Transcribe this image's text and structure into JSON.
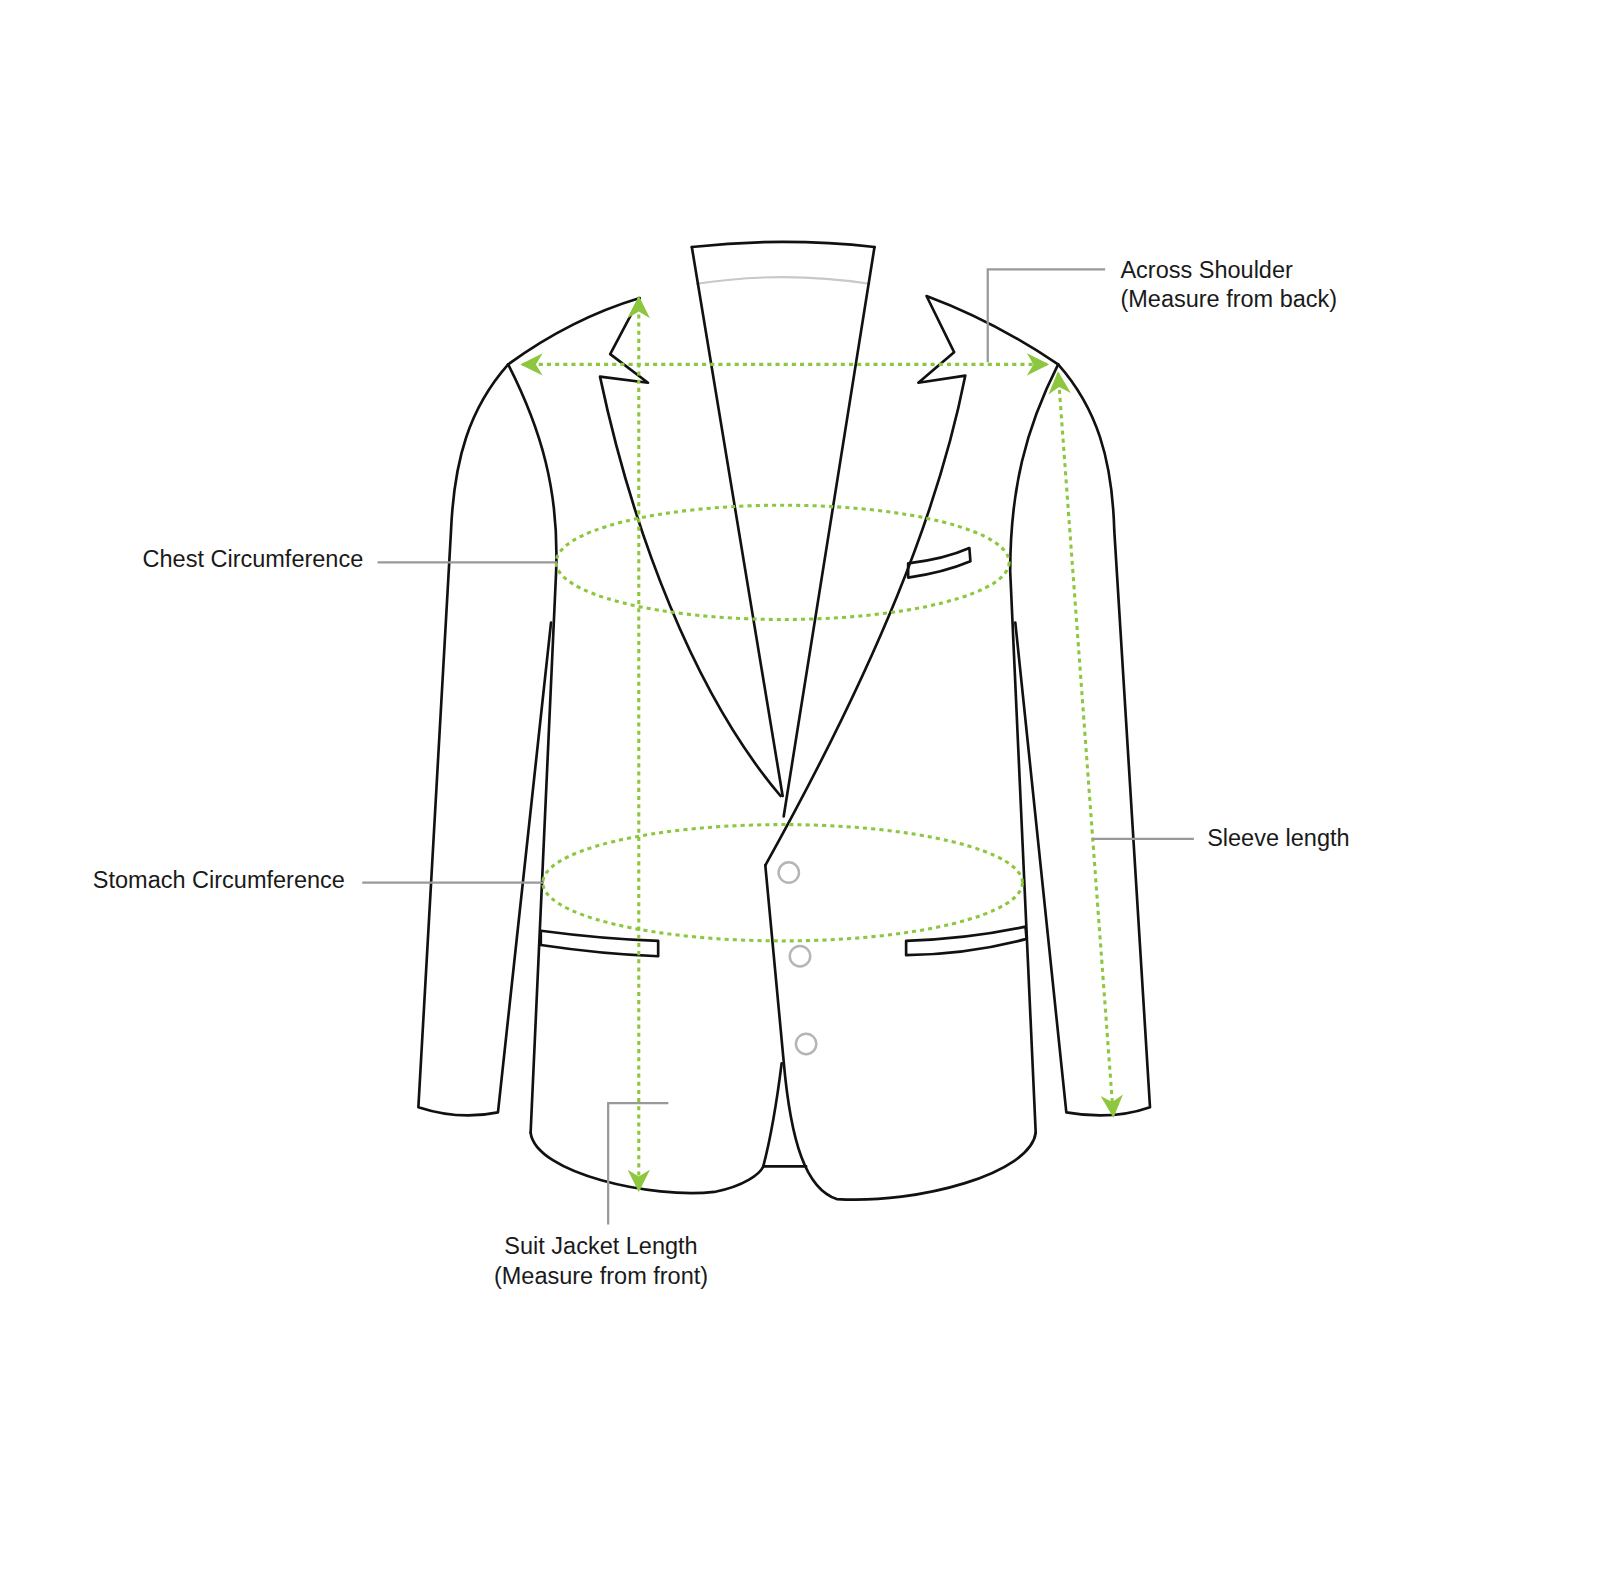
{
  "diagram": {
    "labels": [
      "Across Shoulder (Measure from back)",
      "Chest Circumference",
      "Sleeve length",
      "Stomach Circumference",
      "Suit Jacket Length (Measure from front)"
    ]
  }
}
